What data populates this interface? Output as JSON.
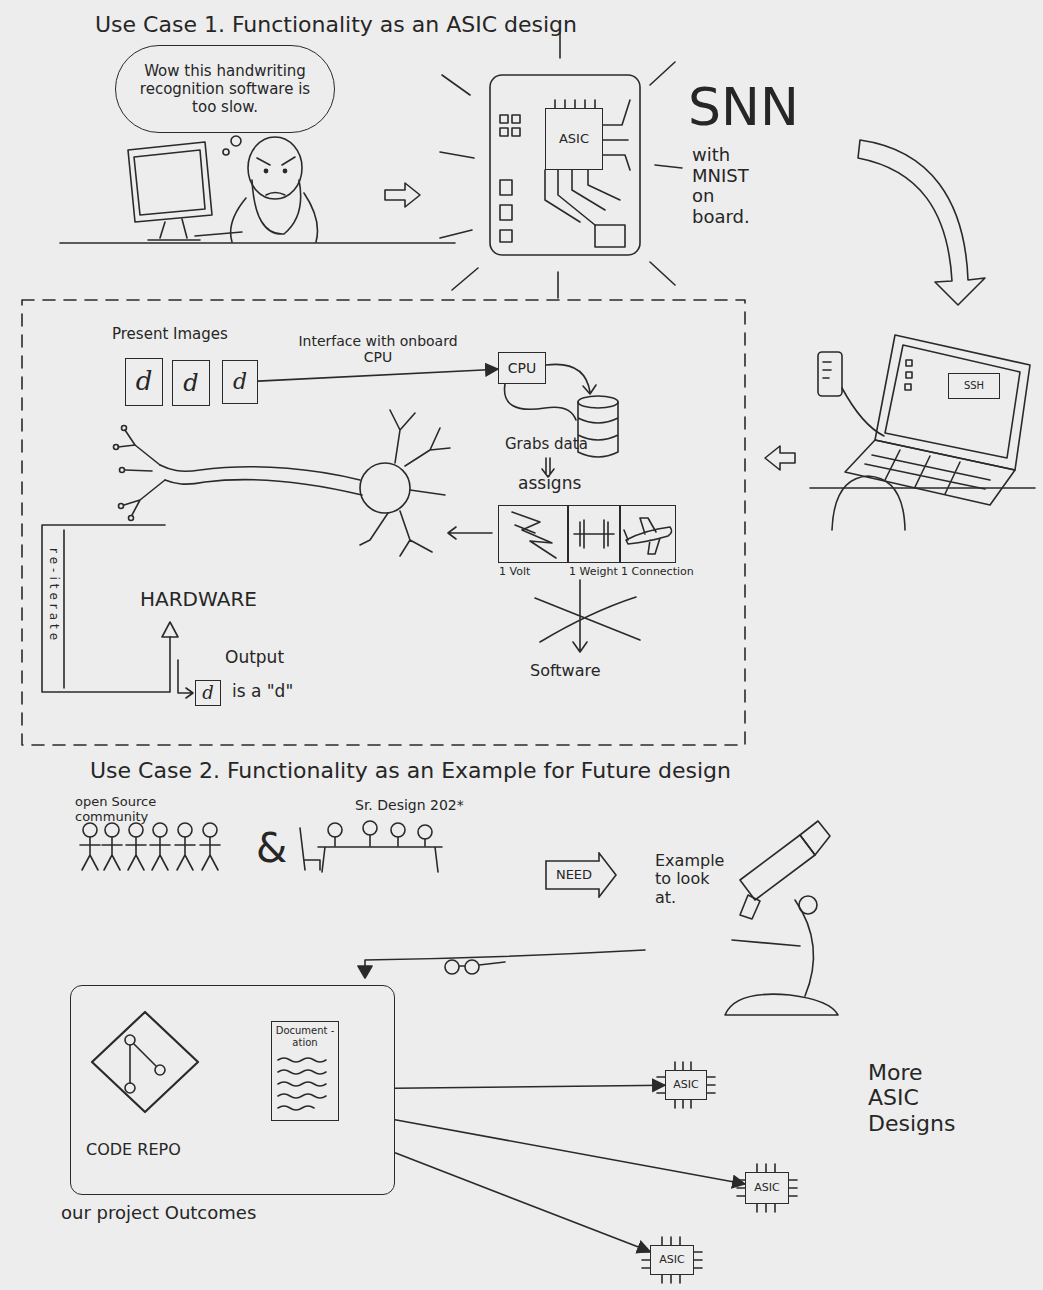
{
  "diagram": {
    "nodes": [
      {
        "text": [
          "Wow this handwriting recognition software is too slow."
        ]
      },
      {
        "text": [
          "ASIC"
        ]
      },
      {
        "text": [
          "SSH"
        ]
      },
      {
        "text": [
          "d"
        ]
      },
      {
        "text": [
          "d"
        ]
      },
      {
        "text": [
          "d"
        ]
      },
      {
        "text": [
          "CPU"
        ]
      },
      {
        "text": [
          "1 Volt"
        ]
      },
      {
        "text": [
          "1 Weight"
        ]
      },
      {
        "text": [
          "1 Connection"
        ]
      },
      {
        "text": [
          "d"
        ]
      },
      {
        "text": [
          "NEED"
        ]
      },
      {
        "text": [
          "our project Outcomes"
        ]
      },
      {
        "text": [
          "CODE REPO"
        ],
        "in": 12
      },
      {
        "text": [
          "Document -ation"
        ],
        "in": 12
      },
      {
        "text": [
          "ASIC"
        ]
      },
      {
        "text": [
          "ASIC"
        ]
      },
      {
        "text": [
          "ASIC"
        ]
      }
    ],
    "edges": [
      {
        "from": 5,
        "to": 6,
        "label": "Interface with onboard CPU",
        "arrow": "to"
      },
      {
        "from": 12,
        "to": 15,
        "arrow": "to"
      },
      {
        "from": 12,
        "to": 16,
        "arrow": "to"
      },
      {
        "from": 12,
        "to": 17,
        "arrow": "to"
      }
    ],
    "labels": [
      "Use Case 1. Functionality as an ASIC design",
      "SNN",
      "with MNIST on board.",
      "Present Images",
      "Grabs data",
      "assigns",
      "HARDWARE",
      "Software",
      "re-iterate",
      "Output",
      "is a \"d\"",
      "Use Case 2. Functionality as an Example for Future design",
      "open Source community",
      "&",
      "Sr. Design 202*",
      "Example to look at.",
      "More ASIC Designs"
    ]
  }
}
